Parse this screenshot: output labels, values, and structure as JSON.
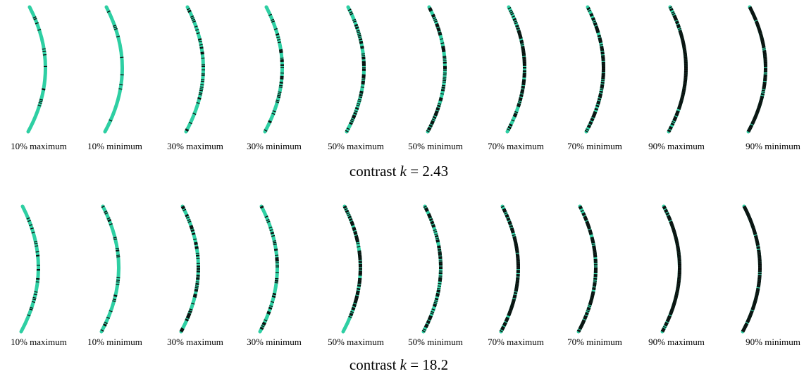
{
  "figure": {
    "colors": {
      "light_phase": "#2ecfa3",
      "dark_phase": "#0a0a0a",
      "background": "#ffffff"
    },
    "rows": [
      {
        "caption": {
          "prefix": "contrast ",
          "symbol": "k",
          "equals": " = ",
          "value": "2.43"
        },
        "panels": [
          {
            "label": "10% maximum",
            "dark_fraction": 0.1,
            "extremum": "maximum"
          },
          {
            "label": "10% minimum",
            "dark_fraction": 0.1,
            "extremum": "minimum"
          },
          {
            "label": "30% maximum",
            "dark_fraction": 0.3,
            "extremum": "maximum"
          },
          {
            "label": "30% minimum",
            "dark_fraction": 0.3,
            "extremum": "minimum"
          },
          {
            "label": "50% maximum",
            "dark_fraction": 0.5,
            "extremum": "maximum"
          },
          {
            "label": "50% minimum",
            "dark_fraction": 0.5,
            "extremum": "minimum"
          },
          {
            "label": "70% maximum",
            "dark_fraction": 0.7,
            "extremum": "maximum"
          },
          {
            "label": "70% minimum",
            "dark_fraction": 0.7,
            "extremum": "minimum"
          },
          {
            "label": "90% maximum",
            "dark_fraction": 0.9,
            "extremum": "maximum"
          },
          {
            "label": "90% minimum",
            "dark_fraction": 0.9,
            "extremum": "minimum"
          }
        ]
      },
      {
        "caption": {
          "prefix": "contrast ",
          "symbol": "k",
          "equals": " = ",
          "value": "18.2"
        },
        "panels": [
          {
            "label": "10% maximum",
            "dark_fraction": 0.1,
            "extremum": "maximum"
          },
          {
            "label": "10% minimum",
            "dark_fraction": 0.1,
            "extremum": "minimum"
          },
          {
            "label": "30% maximum",
            "dark_fraction": 0.3,
            "extremum": "maximum"
          },
          {
            "label": "30% minimum",
            "dark_fraction": 0.3,
            "extremum": "minimum"
          },
          {
            "label": "50% maximum",
            "dark_fraction": 0.5,
            "extremum": "maximum"
          },
          {
            "label": "50% minimum",
            "dark_fraction": 0.5,
            "extremum": "minimum"
          },
          {
            "label": "70% maximum",
            "dark_fraction": 0.7,
            "extremum": "maximum"
          },
          {
            "label": "70% minimum",
            "dark_fraction": 0.7,
            "extremum": "minimum"
          },
          {
            "label": "90% maximum",
            "dark_fraction": 0.9,
            "extremum": "maximum"
          },
          {
            "label": "90% minimum",
            "dark_fraction": 0.9,
            "extremum": "minimum"
          }
        ]
      }
    ]
  }
}
